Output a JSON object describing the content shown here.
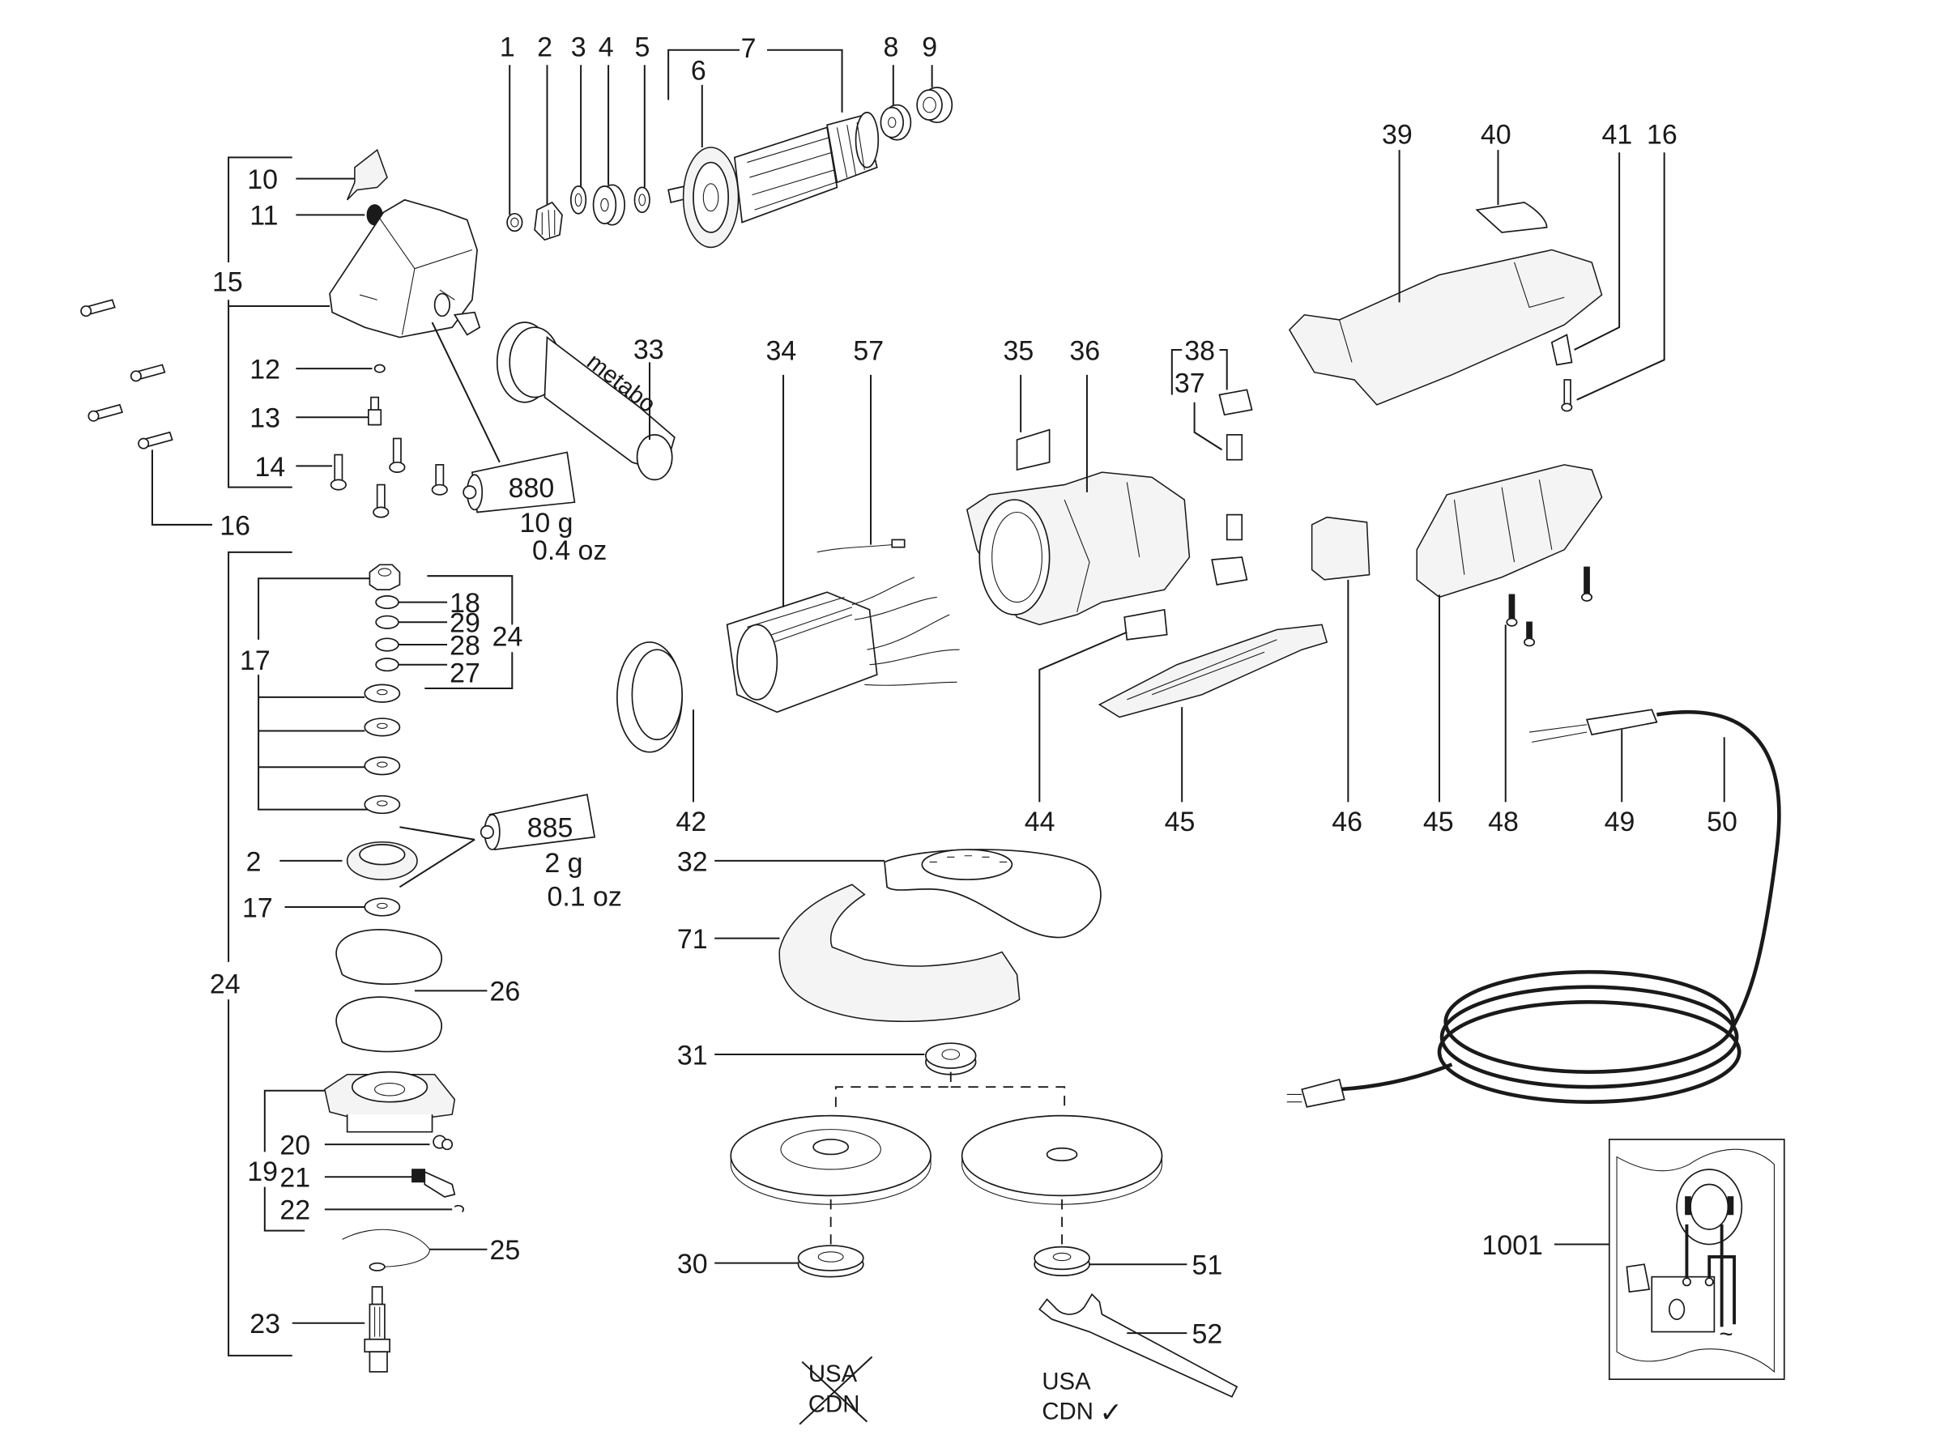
{
  "diagram": {
    "title": "Angle grinder exploded parts diagram",
    "brand_on_handle": "metabo",
    "labels": {
      "p1": "1",
      "p2": "2",
      "p3": "3",
      "p4": "4",
      "p5": "5",
      "p6": "6",
      "p7": "7",
      "p8": "8",
      "p9": "9",
      "p10": "10",
      "p11": "11",
      "p12": "12",
      "p13": "13",
      "p14": "14",
      "p15": "15",
      "p16a": "16",
      "p16b": "16",
      "p17a": "17",
      "p17b": "17",
      "p18": "18",
      "p19": "19",
      "p20": "20",
      "p21": "21",
      "p22": "22",
      "p23": "23",
      "p24a": "24",
      "p24b": "24",
      "p25": "25",
      "p26": "26",
      "p27": "27",
      "p28": "28",
      "p29": "29",
      "p2b": "2",
      "p30": "30",
      "p31": "31",
      "p32": "32",
      "p33": "33",
      "p34": "34",
      "p35": "35",
      "p36": "36",
      "p37": "37",
      "p38": "38",
      "p39": "39",
      "p40": "40",
      "p41": "41",
      "p42": "42",
      "p44": "44",
      "p45a": "45",
      "p45b": "45",
      "p46": "46",
      "p48": "48",
      "p49": "49",
      "p50": "50",
      "p51": "51",
      "p52": "52",
      "p57": "57",
      "p71": "71",
      "p1001": "1001"
    },
    "grease_tubes": [
      {
        "code": "880",
        "weight": "10 g",
        "weight_imperial": "0.4 oz"
      },
      {
        "code": "885",
        "weight": "2 g",
        "weight_imperial": "0.1 oz"
      }
    ],
    "region_notes": {
      "left": {
        "line1": "USA",
        "line2": "CDN",
        "status": "not-applicable",
        "mark": "crossed-out"
      },
      "right": {
        "line1": "USA",
        "line2": "CDN",
        "status": "applicable",
        "mark": "✓"
      }
    },
    "wiring_inset": {
      "ac_symbol": "~"
    }
  }
}
